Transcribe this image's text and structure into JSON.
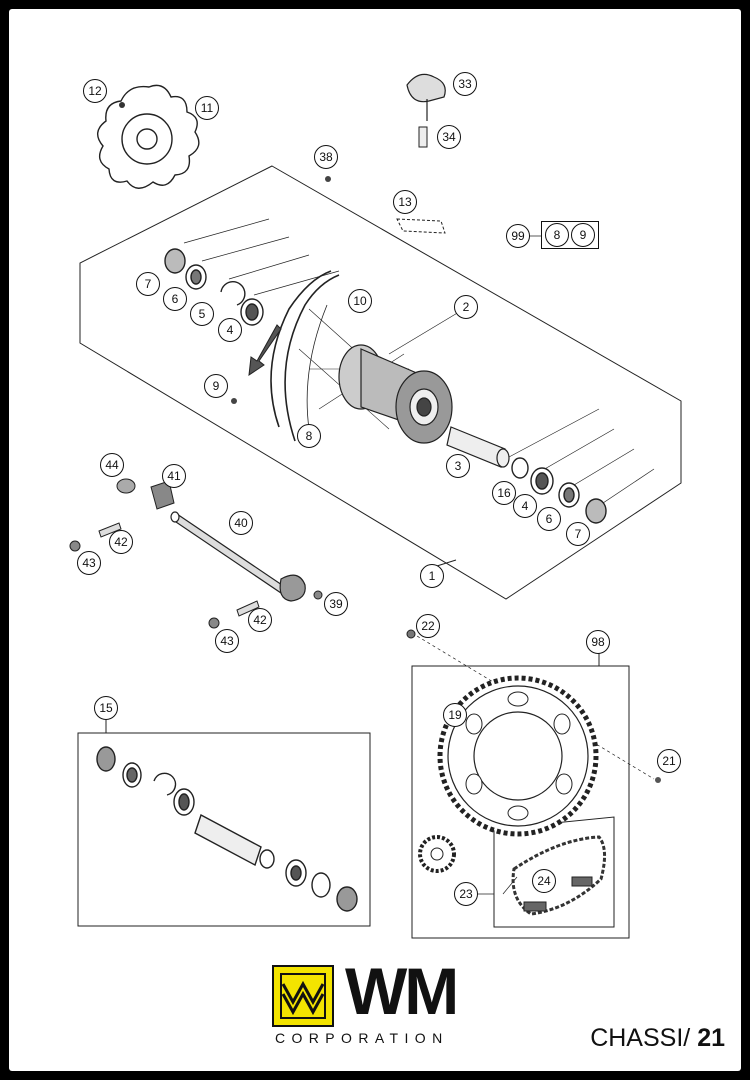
{
  "brand": {
    "name": "WM",
    "subtitle": "CORPORATION"
  },
  "page": {
    "section": "CHASSI/",
    "number": "21"
  },
  "callouts": {
    "c1": "1",
    "c2": "2",
    "c3": "3",
    "c4a": "4",
    "c4b": "4",
    "c5": "5",
    "c6a": "6",
    "c6b": "6",
    "c7a": "7",
    "c7b": "7",
    "c8": "8",
    "c9": "9",
    "c10": "10",
    "c11": "11",
    "c12": "12",
    "c13": "13",
    "c15": "15",
    "c16": "16",
    "c19": "19",
    "c21": "21",
    "c22": "22",
    "c23": "23",
    "c24": "24",
    "c33": "33",
    "c34": "34",
    "c38": "38",
    "c39": "39",
    "c40": "40",
    "c41": "41",
    "c42a": "42",
    "c42b": "42",
    "c43a": "43",
    "c43b": "43",
    "c44": "44",
    "c98": "98",
    "c99": "99"
  },
  "kit_99": {
    "items": [
      "8",
      "9"
    ]
  }
}
